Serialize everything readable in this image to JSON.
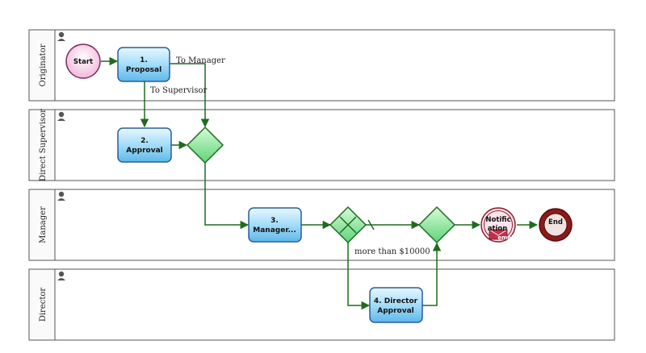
{
  "lanes": [
    {
      "id": "originator",
      "label": "Originator"
    },
    {
      "id": "supervisor",
      "label": "Direct Supervisor"
    },
    {
      "id": "manager",
      "label": "Manager"
    },
    {
      "id": "director",
      "label": "Director"
    }
  ],
  "events": {
    "start": {
      "label": "Start"
    },
    "notification": {
      "line1": "Notific",
      "line2": "ation",
      "line3": "email"
    },
    "end": {
      "label": "End"
    }
  },
  "tasks": [
    {
      "id": "proposal",
      "line1": "1.",
      "line2": "Proposal"
    },
    {
      "id": "approval",
      "line1": "2.",
      "line2": "Approval"
    },
    {
      "id": "manager",
      "line1": "3.",
      "line2": "Manager..."
    },
    {
      "id": "director",
      "line1": "4. Director",
      "line2": "Approval"
    }
  ],
  "flow_labels": {
    "to_manager": "To Manager",
    "to_supervisor": "To Supervisor",
    "more_than": "more than $10000"
  },
  "colors": {
    "flow": "#1f6b1f",
    "task_fill": "#8fd3f4",
    "task_stroke": "#2a5d9a",
    "gateway_fill": "#7fe08f",
    "lane_border": "#555555",
    "start_fill": "#f7c8e6",
    "end_fill": "#8b1a1a"
  },
  "icons": {
    "lane": "user-icon",
    "notification": "envelope-icon"
  }
}
